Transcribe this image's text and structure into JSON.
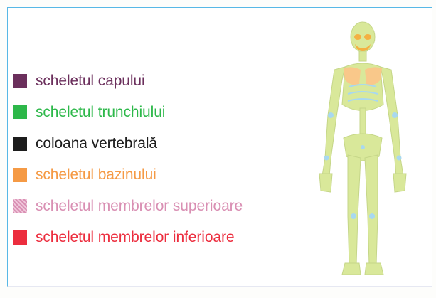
{
  "legend": {
    "items": [
      {
        "label": "scheletul capului",
        "color": "#6b2f5c",
        "swatch": "solid"
      },
      {
        "label": "scheletul trunchiului",
        "color": "#2db84a",
        "swatch": "solid"
      },
      {
        "label": "coloana vertebrală",
        "color": "#1d1d1d",
        "swatch": "solid"
      },
      {
        "label": "scheletul bazinului",
        "color": "#f59a45",
        "swatch": "solid"
      },
      {
        "label": "scheletul membrelor superioare",
        "color": "#d98fb3",
        "swatch": "patterned"
      },
      {
        "label": "scheletul membrelor inferioare",
        "color": "#ec2d3e",
        "swatch": "solid"
      }
    ]
  },
  "illustration": {
    "name": "human-skeleton-front",
    "bone_color": "#d9e89a",
    "head_color": "#f4b042",
    "joint_color": "#a8d8f0"
  }
}
